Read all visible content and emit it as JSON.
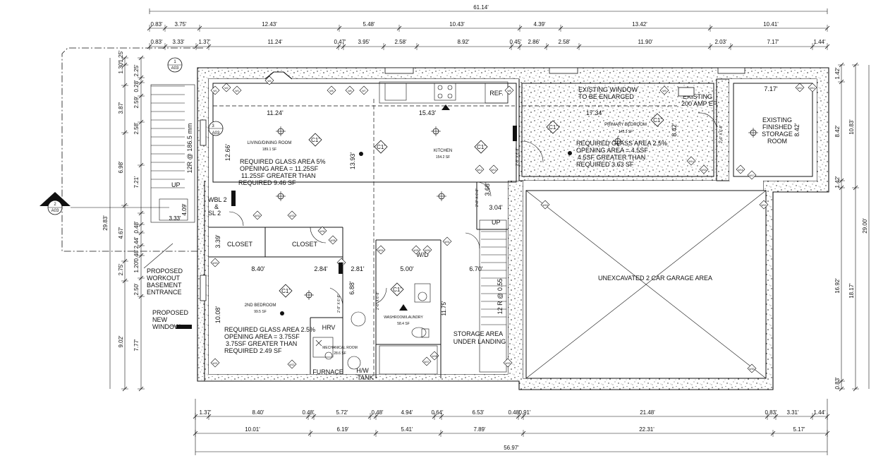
{
  "dimensions": {
    "top_row1": [
      "61.14'"
    ],
    "top_row2": [
      "0.83'",
      "3.75'",
      "12.43'",
      "5.48'",
      "10.43'",
      "4.39'",
      "13.42'",
      "10.41'"
    ],
    "top_row3": [
      "0.83'",
      "3.33'",
      "1.37'",
      "11.24'",
      "0.47'",
      "3.95'",
      "2.58'",
      "8.92'",
      "0.45'",
      "2.86'",
      "2.58'",
      "11.90'",
      "2.03'",
      "7.17'",
      "1.44'"
    ],
    "bottom_row1": [
      "1.37'",
      "8.40'",
      "0.48'",
      "5.72'",
      "0.48'",
      "4.94'",
      "0.64'",
      "6.53'",
      "0.48'",
      "0.91'",
      "21.48'",
      "0.83'",
      "3.31'",
      "1.44'"
    ],
    "bottom_row2": [
      "10.01'",
      "6.19'",
      "5.41'",
      "7.89'",
      "22.31'",
      "5.17'"
    ],
    "bottom_total": "56.97'",
    "left_outer": [
      "1.30'",
      "1.25'",
      "3.87'",
      "6.98'",
      "4.67'",
      "2.75'",
      "9.02'"
    ],
    "left_inner": [
      "2.25'",
      "0.28'",
      "2.59'",
      "2.58'",
      "7.21'",
      "0.48'",
      "2.44'",
      "0.48'",
      "1.20'",
      "2.50'",
      "7.77'"
    ],
    "left_total": "29.83'",
    "right_inner": [
      "1.42'",
      "8.42'",
      "1.42'",
      "16.92'",
      "0.83'"
    ],
    "right_mid": [
      "10.83'",
      "18.17'"
    ],
    "right_total": "29.00'"
  },
  "rooms": {
    "living": {
      "name": "LIVING/DINING ROOM",
      "area": "189.1 SF",
      "dim_w": "11.24'",
      "dim_h": "12.66'",
      "glass": [
        "REQUIRED GLASS AREA 5%",
        "OPENING AREA = 11.25SF",
        "11.25SF GREATER THAN",
        "REQUIRED 9.46 SF"
      ]
    },
    "kitchen": {
      "name": "KITCHEN",
      "area": "154.2 SF",
      "dim_w": "15.43'",
      "dim_h": "13.93'",
      "ref": "REF."
    },
    "primary": {
      "name": "PRIMARY BEDROOM",
      "area": "145.3 SF",
      "dim_w": "17.34'",
      "dim_h": "8.42'",
      "glass": [
        "REQUIRED GLASS AREA 2.5%",
        "OPENING AREA = 4.5SF",
        "4.5SF GREATER THAN",
        "REQUIRED 3.63 SF"
      ]
    },
    "storage_room": {
      "name": [
        "EXISTING",
        "FINISHED",
        "STORAGE",
        "ROOM"
      ],
      "dim_w": "7.17'",
      "dim_h": "8.42'"
    },
    "bed2": {
      "name": "2ND BEDROOM",
      "area": "99.5 SF",
      "dim_w": "8.40'",
      "dim_h": "10.08'",
      "glass": [
        "REQUIRED GLASS AREA 2.5%",
        "OPENING AREA = 3.75SF",
        "3.75SF GREATER THAN",
        "REQUIRED 2.49 SF"
      ]
    },
    "mechanical": {
      "name": "MECHANICAL ROOM",
      "area": "28.6 SF"
    },
    "washroom": {
      "name": "WASHROOM/LAUNDRY",
      "area": "58.4 SF"
    },
    "garage": {
      "name": "UNEXCAVATED 2 CAR GARAGE AREA"
    },
    "understair": {
      "name": [
        "STORAGE AREA",
        "UNDER LANDING"
      ]
    }
  },
  "labels": {
    "closet1": "CLOSET",
    "closet2": "CLOSET",
    "existing_window": [
      "EXISTING WINDOW",
      "TO BE ENLARGED"
    ],
    "panel": [
      "EXISTING",
      "200 AMP EP."
    ],
    "proposed_entrance": [
      "PROPOSED",
      "WORKOUT",
      "BASEMENT",
      "ENTRANCE"
    ],
    "proposed_window": [
      "PROPOSED",
      "NEW",
      "WINDOW"
    ],
    "wbl": [
      "WBL 2",
      "&",
      "SL 2"
    ],
    "hrv": "HRV",
    "furnace": "FURNACE",
    "hw_tank": [
      "H/W",
      "TANK"
    ],
    "wd": "W/D",
    "up": "UP",
    "stair_left": "12R @ 186.5 mm",
    "stair_right": "12 R @ 0.55",
    "dim_409": "4.09'",
    "dim_333": "3.33'",
    "dim_339": "3.39'",
    "dim_284": "2.84'",
    "dim_281": "2.81'",
    "dim_500": "5.00'",
    "dim_670": "6.70'",
    "dim_688": "6.88'",
    "dim_304": "3.04'",
    "dim_368": "3.68'",
    "dim_1175": "11.75'",
    "c1": "C1'",
    "door_28x80": "2'-8\" X 6'-8\"",
    "door_26x80": "2'-6\" X 6'-8\"",
    "sec1": {
      "num": "1",
      "sheet": "A03"
    },
    "sec2": {
      "num": "2",
      "sheet": "A03"
    },
    "sec3": {
      "num": "3",
      "sheet": "A03"
    },
    "wall_tags": [
      "W1",
      "W2",
      "W3",
      "W4",
      "W5",
      "W6",
      "W7",
      "W8",
      "W9",
      "W10",
      "W11",
      "W12",
      "W13",
      "W14",
      "W15",
      "W16",
      "W17",
      "W18",
      "W19",
      "W20",
      "W21",
      "W22",
      "W23",
      "W24",
      "W25",
      "W26",
      "W27",
      "W28",
      "W29",
      "W30",
      "W31",
      "W32",
      "W33",
      "W34",
      "W35"
    ],
    "tag_2": "2"
  }
}
